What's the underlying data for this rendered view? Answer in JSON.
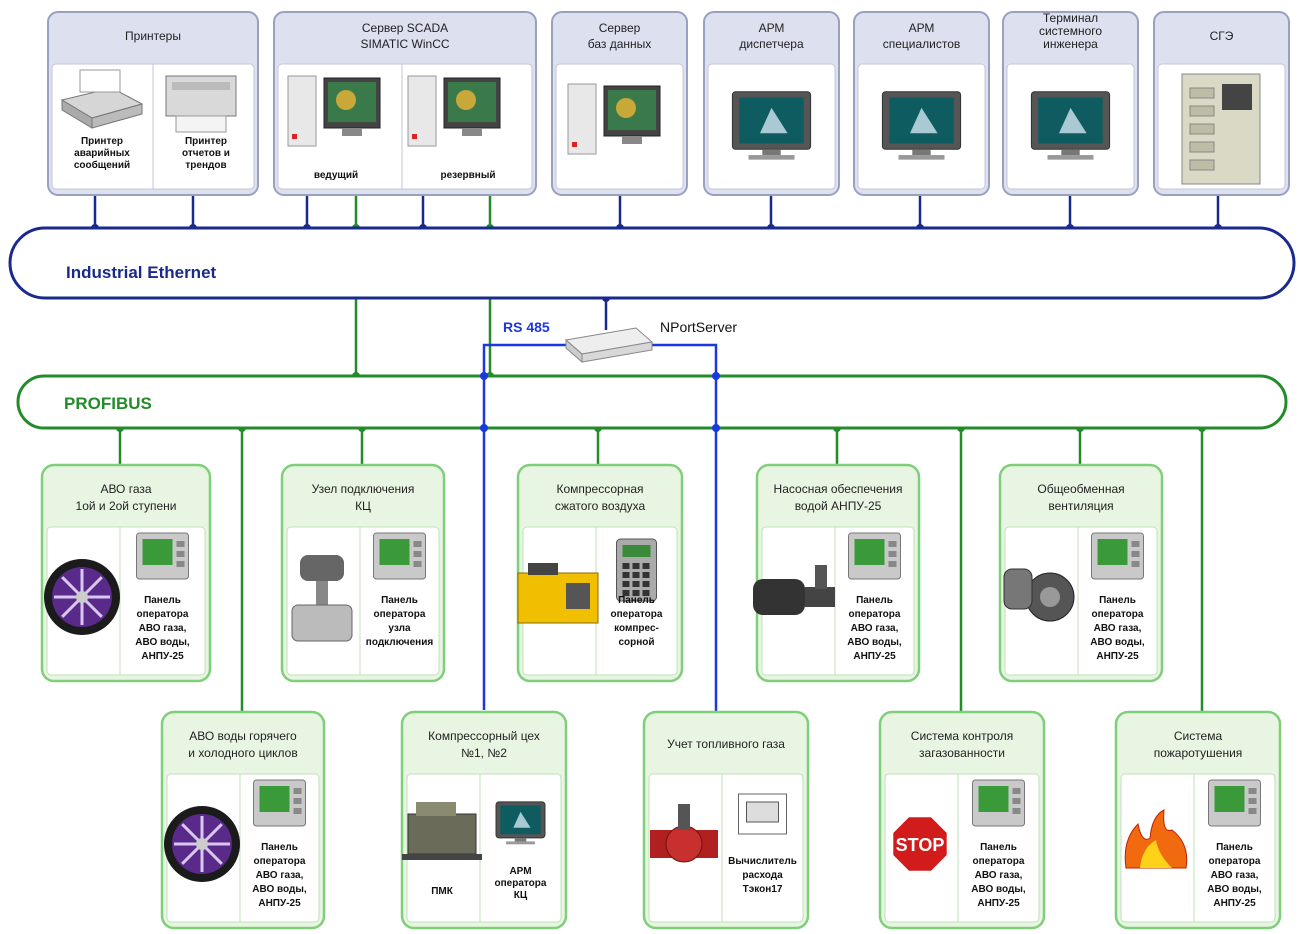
{
  "colors": {
    "ethernet": "#1a2a8c",
    "profibus": "#238c2a",
    "rs485": "#1a37e0",
    "top_panel_fill": "#dde0ef",
    "top_panel_stroke": "#9aa0c0",
    "bottom_panel_fill": "#e9f5e3",
    "bottom_panel_stroke": "#7fcf7a"
  },
  "buses": {
    "ethernet": "Industrial Ethernet",
    "profibus": "PROFIBUS",
    "rs485": "RS 485",
    "nport": "NPortServer"
  },
  "top_nodes": [
    {
      "title": [
        "Принтеры"
      ],
      "captions": [
        [
          "Принтер",
          "аварийных",
          "сообщений"
        ],
        [
          "Принтер",
          "отчетов и",
          "трендов"
        ]
      ]
    },
    {
      "title": [
        "Сервер SCADA",
        "SIMATIC WinCC"
      ],
      "captions": [
        [
          "ведущий"
        ],
        [
          "резервный"
        ]
      ]
    },
    {
      "title": [
        "Сервер",
        "баз данных"
      ],
      "captions": []
    },
    {
      "title": [
        "АРМ",
        "диспетчера"
      ],
      "captions": []
    },
    {
      "title": [
        "АРМ",
        "специалистов"
      ],
      "captions": []
    },
    {
      "title": [
        "Терминал",
        "системного",
        "инженера"
      ],
      "captions": []
    },
    {
      "title": [
        "СГЭ"
      ],
      "captions": []
    }
  ],
  "bottom_nodes": [
    {
      "title": [
        "АВО газа",
        "1ой и 2ой ступени"
      ],
      "device": "fan-icon",
      "captions": [
        [
          "Панель",
          "оператора",
          "АВО газа,",
          "АВО воды,",
          "АНПУ-25"
        ]
      ]
    },
    {
      "title": [
        "Узел подключения",
        "КЦ"
      ],
      "device": "valve-icon",
      "captions": [
        [
          "Панель",
          "оператора",
          "узла",
          "подключения"
        ]
      ]
    },
    {
      "title": [
        "Компрессорная",
        "сжатого воздуха"
      ],
      "device": "generator-icon",
      "captions": [
        [
          "Панель",
          "оператора",
          "компрес-",
          "сорной"
        ]
      ]
    },
    {
      "title": [
        "Насосная обеспечения",
        "водой АНПУ-25"
      ],
      "device": "pump-icon",
      "captions": [
        [
          "Панель",
          "оператора",
          "АВО газа,",
          "АВО воды,",
          "АНПУ-25"
        ]
      ]
    },
    {
      "title": [
        "Общеобменная",
        "вентиляция"
      ],
      "device": "blower-icon",
      "captions": [
        [
          "Панель",
          "оператора",
          "АВО газа,",
          "АВО воды,",
          "АНПУ-25"
        ]
      ]
    },
    {
      "title": [
        "АВО воды горячего",
        "и холодного циклов"
      ],
      "device": "fan-icon",
      "captions": [
        [
          "Панель",
          "оператора",
          "АВО газа,",
          "АВО воды,",
          "АНПУ-25"
        ]
      ]
    },
    {
      "title": [
        "Компрессорный цех",
        "№1, №2"
      ],
      "device": "engine-icon",
      "captions": [
        [
          "ПМК"
        ],
        [
          "АРМ",
          "оператора",
          "КЦ"
        ]
      ]
    },
    {
      "title": [
        "Учет топливного газа"
      ],
      "device": "flowmeter-icon",
      "captions": [
        [
          "Вычислитель",
          "расхода",
          "Тэкон17"
        ]
      ]
    },
    {
      "title": [
        "Система контроля",
        "загазованности"
      ],
      "device": "stop-icon",
      "captions": [
        [
          "Панель",
          "оператора",
          "АВО газа,",
          "АВО воды,",
          "АНПУ-25"
        ]
      ]
    },
    {
      "title": [
        "Система",
        "пожаротушения"
      ],
      "device": "fire-icon",
      "captions": [
        [
          "Панель",
          "оператора",
          "АВО газа,",
          "АВО воды,",
          "АНПУ-25"
        ]
      ]
    }
  ]
}
